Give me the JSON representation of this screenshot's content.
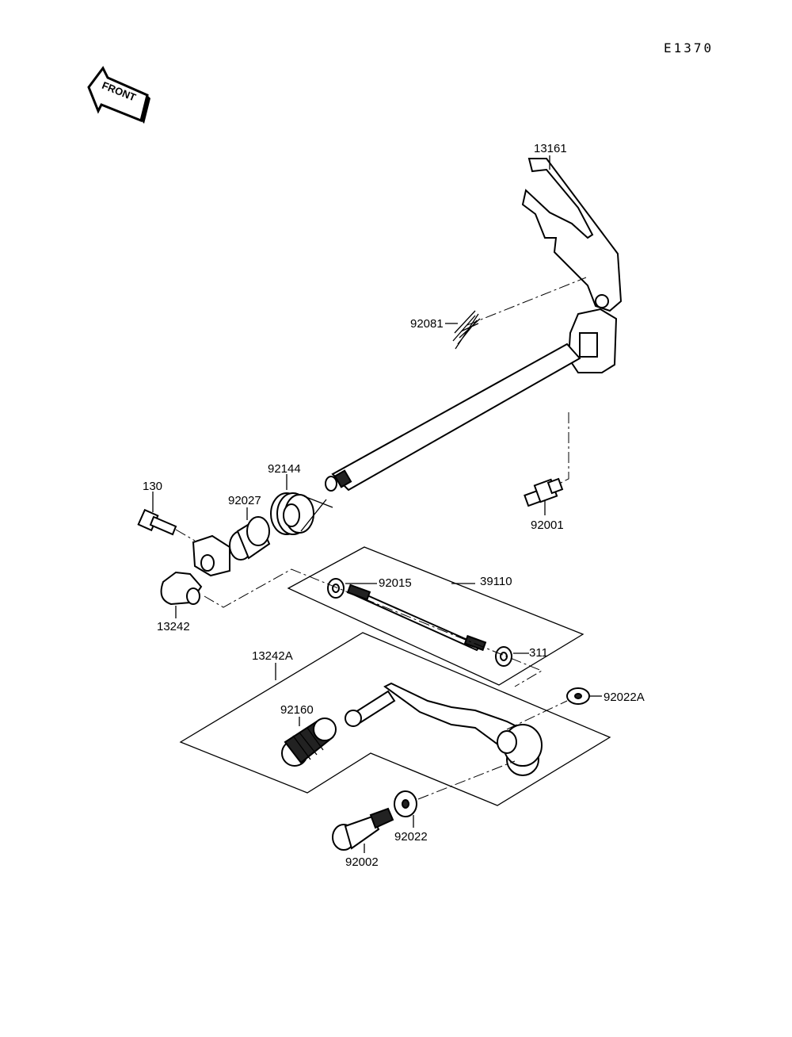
{
  "diagram_code": "E1370",
  "front_arrow": {
    "label": "FRONT",
    "icon": "front-direction-arrow-icon"
  },
  "parts": {
    "p13161": "13161",
    "p92081": "92081",
    "p92144": "92144",
    "p130": "130",
    "p92027": "92027",
    "p92001": "92001",
    "p92015": "92015",
    "p39110": "39110",
    "p13242": "13242",
    "p311": "311",
    "p13242A": "13242A",
    "p92022A": "92022A",
    "p92160": "92160",
    "p92022": "92022",
    "p92002": "92002"
  }
}
